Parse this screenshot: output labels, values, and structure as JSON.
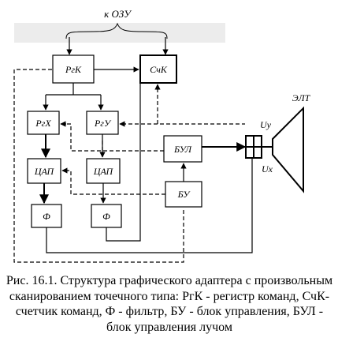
{
  "diagram": {
    "top_label": "к ОЗУ",
    "blocks": {
      "rgk": "РгК",
      "sck": "СчК",
      "rgx": "РгХ",
      "rgy": "РгУ",
      "dac1": "ЦАП",
      "dac2": "ЦАП",
      "f1": "Ф",
      "f2": "Ф",
      "bul": "БУЛ",
      "bu": "БУ"
    },
    "crt_label": "ЭЛТ",
    "uy_label": "Uу",
    "ux_label": "Uх"
  },
  "caption": {
    "text": "Рис. 16.1. Структура графического адаптера с произвольным сканированием точечного типа: РгК - регистр команд, СчК- счетчик команд, Ф - фильтр, БУ - блок управления, БУЛ - блок управления лучом"
  },
  "colors": {
    "line": "#000000",
    "background": "#ffffff",
    "top_band": "#ececec"
  }
}
